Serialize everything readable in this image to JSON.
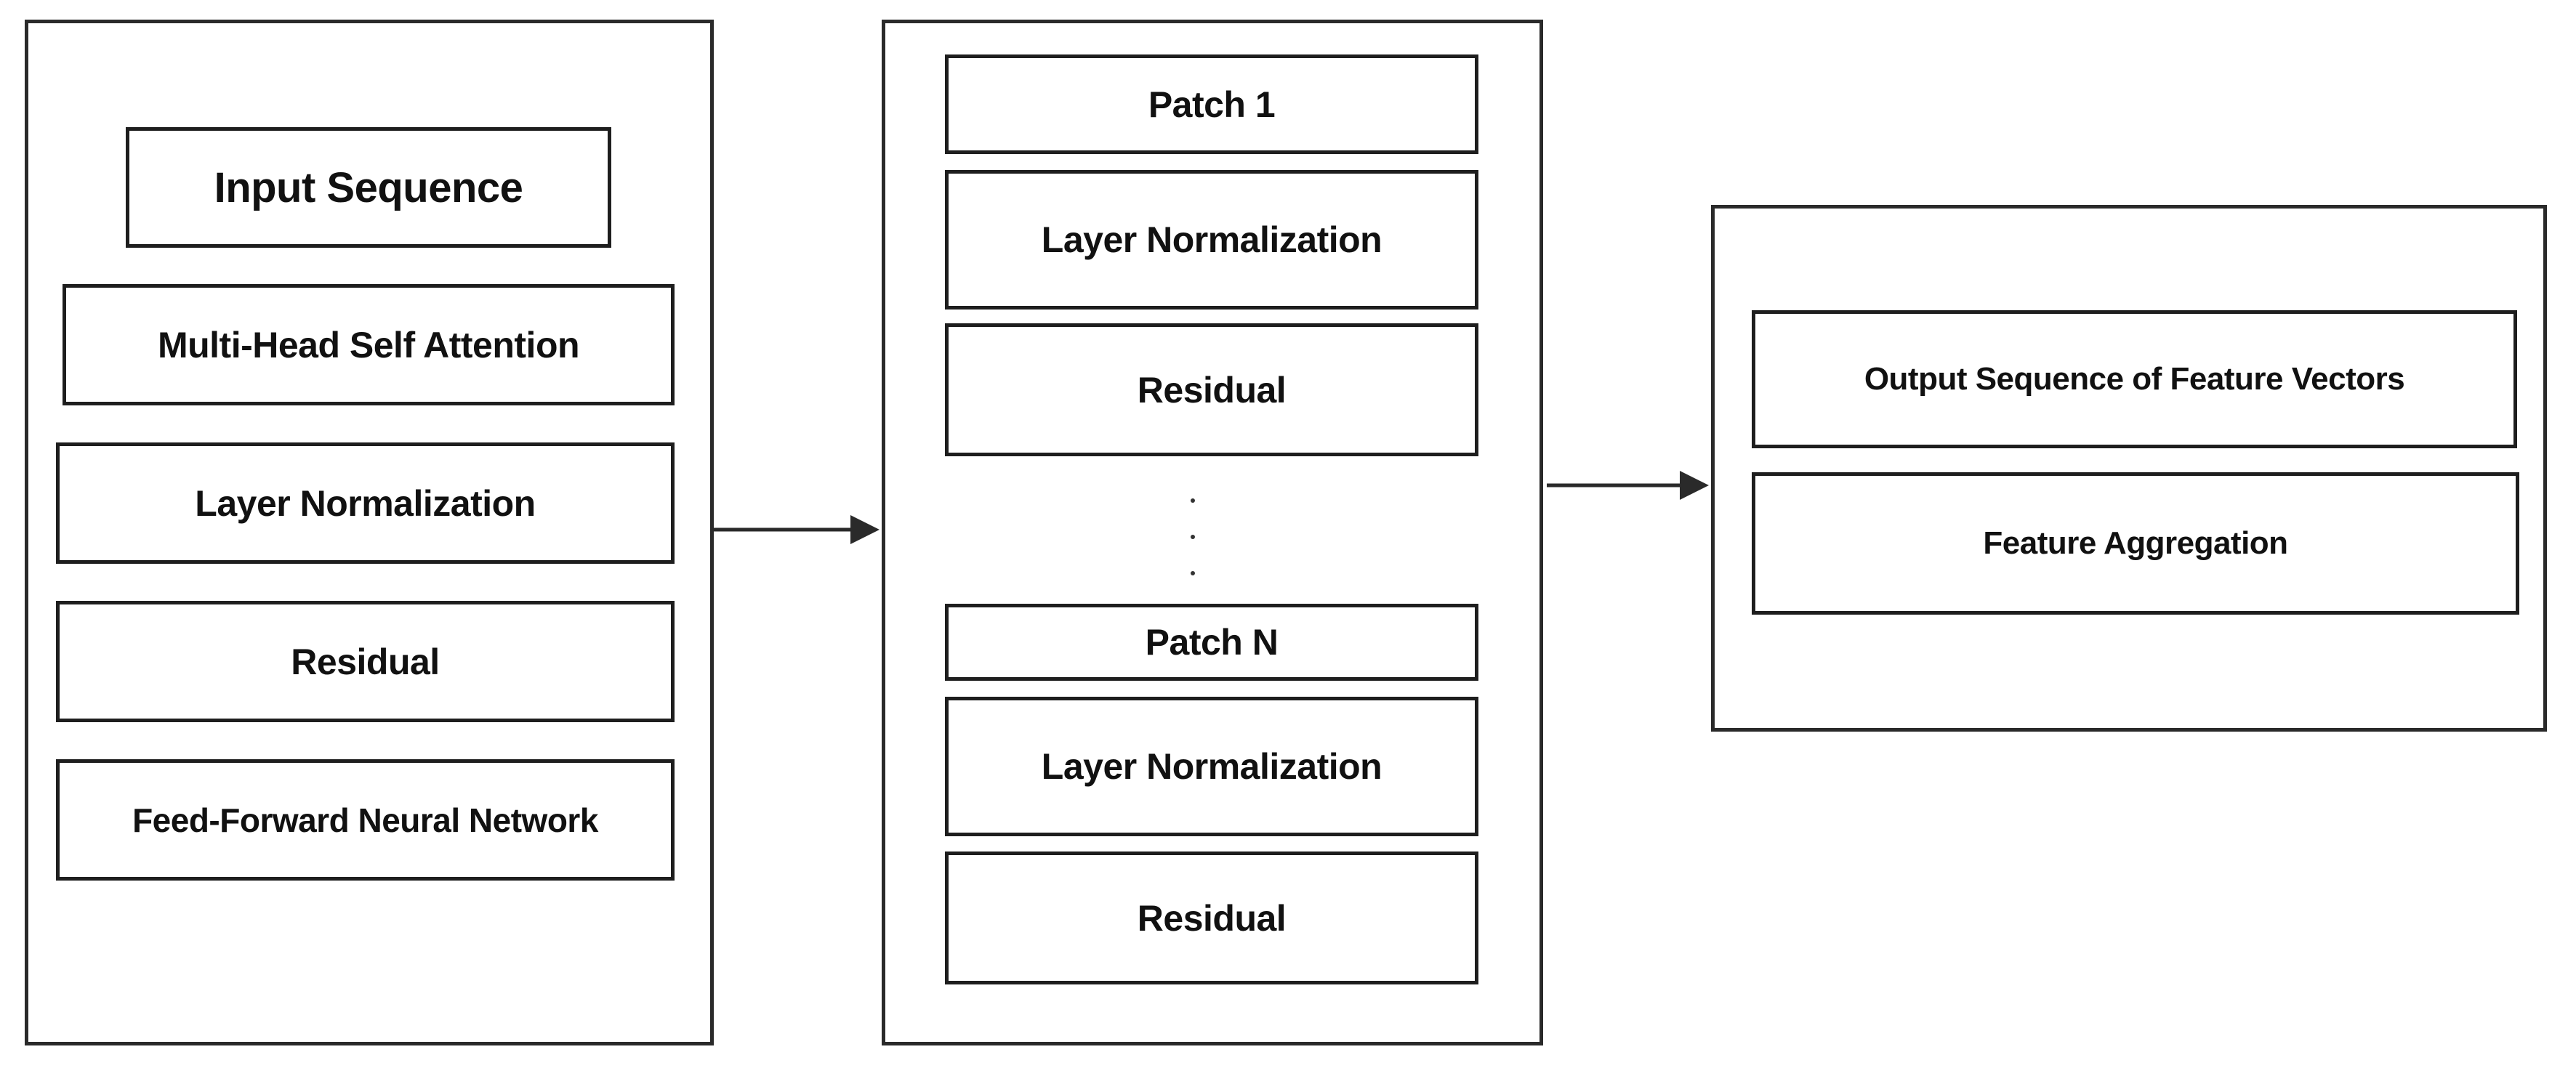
{
  "encoder": {
    "input": "Input Sequence",
    "mhsa": "Multi-Head Self Attention",
    "layer_norm": "Layer Normalization",
    "residual": "Residual",
    "ffnn": "Feed-Forward Neural Network"
  },
  "patches": {
    "patch_1": "Patch 1",
    "layer_norm_1": "Layer Normalization",
    "residual_1": "Residual",
    "patch_n": "Patch N",
    "layer_norm_n": "Layer Normalization",
    "residual_n": "Residual"
  },
  "output": {
    "sequence": "Output Sequence of Feature Vectors",
    "aggregation": "Feature Aggregation"
  }
}
